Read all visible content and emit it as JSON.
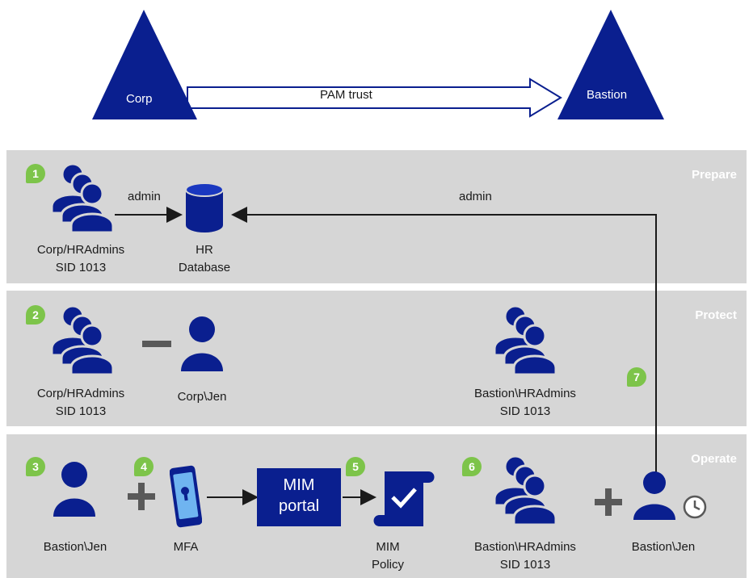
{
  "top": {
    "corp_label": "Corp",
    "bastion_label": "Bastion",
    "trust_label": "PAM trust"
  },
  "prepare": {
    "title": "Prepare",
    "step": "1",
    "group_name": "Corp/HRAdmins",
    "group_sid": "SID 1013",
    "edge_label": "admin",
    "db_line1": "HR",
    "db_line2": "Database",
    "return_label": "admin"
  },
  "protect": {
    "title": "Protect",
    "step": "2",
    "group_name": "Corp/HRAdmins",
    "group_sid": "SID 1013",
    "user_name": "Corp\\Jen",
    "bastion_group": "Bastion\\HRAdmins",
    "bastion_sid": "SID 1013",
    "step7": "7"
  },
  "operate": {
    "title": "Operate",
    "step3": "3",
    "user_name": "Bastion\\Jen",
    "step4": "4",
    "mfa_label": "MFA",
    "portal_line1": "MIM",
    "portal_line2": "portal",
    "step5": "5",
    "policy_line1": "MIM",
    "policy_line2": "Policy",
    "step6": "6",
    "group_name": "Bastion\\HRAdmins",
    "group_sid": "SID 1013",
    "final_user": "Bastion\\Jen"
  },
  "colors": {
    "navy": "#0a1f8f",
    "band": "#d6d6d6",
    "badge": "#7dc44a",
    "operator": "#595959"
  }
}
